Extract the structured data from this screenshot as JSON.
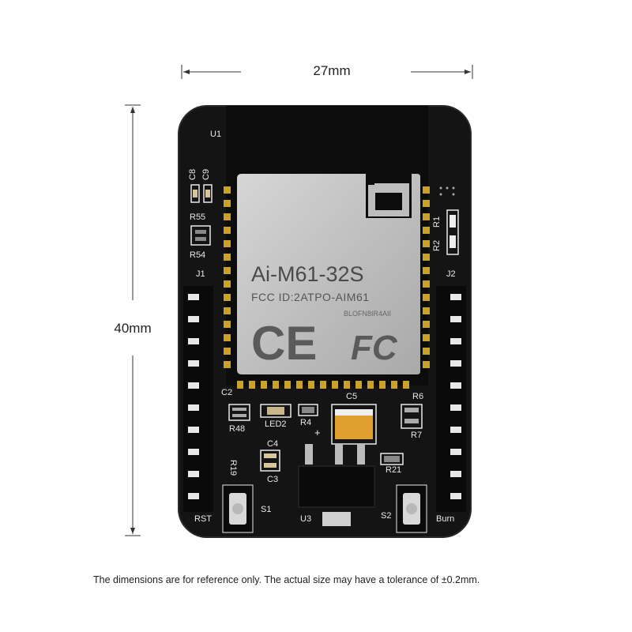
{
  "dimensions": {
    "width_label": "27mm",
    "height_label": "40mm"
  },
  "footnote": "The dimensions are for reference only. The actual size may have a tolerance of ±0.2mm.",
  "module": {
    "name": "Ai-M61-32S",
    "fcc_id": "FCC ID:2ATPO-AIM61",
    "part_code": "BLOFN8IR4AII",
    "ce_mark": "CE",
    "fcc_mark": "FC"
  },
  "silkscreen": {
    "u1": "U1",
    "c8": "C8",
    "c9": "C9",
    "r55": "R55",
    "r54": "R54",
    "j1": "J1",
    "j2": "J2",
    "r1": "R1",
    "r2": "R2",
    "c2": "C2",
    "c5": "C5",
    "r6": "R6",
    "r48": "R48",
    "led2": "LED2",
    "r4": "R4",
    "r7": "R7",
    "c4": "C4",
    "r19": "R19",
    "c3": "C3",
    "r21": "R21",
    "rst": "RST",
    "s1": "S1",
    "u3": "U3",
    "s2": "S2",
    "burn": "Burn",
    "plus": "+"
  },
  "colors": {
    "board": "#141414",
    "silk": "#e8e8e8",
    "shield": "#c9c9c9",
    "gold": "#c9a227",
    "tantalum": "#e0a030"
  }
}
